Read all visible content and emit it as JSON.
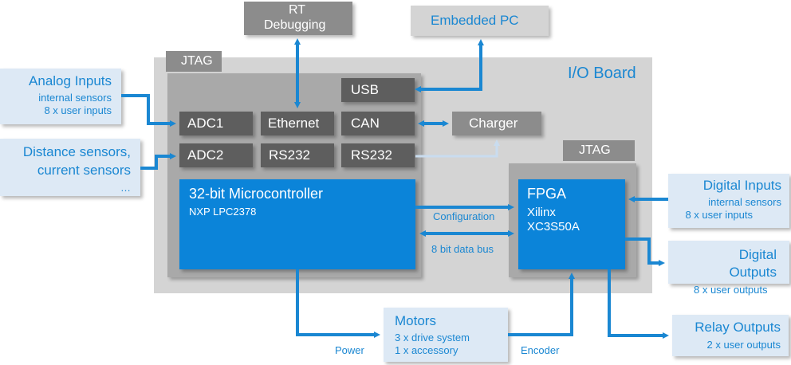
{
  "colors": {
    "accent_blue": "#0b84d9",
    "arrow_blue": "#1a87d2",
    "pale_blue": "#dde9f5",
    "dark_grey": "#5e5e5e",
    "panel_grey": "#d4d4d4"
  },
  "rt_debugging": {
    "line1": "RT",
    "line2": "Debugging"
  },
  "embedded_pc": "Embedded PC",
  "io_board": "I/O Board",
  "jtag_mc": "JTAG",
  "jtag_fpga": "JTAG",
  "ports": {
    "usb": "USB",
    "adc1": "ADC1",
    "ethernet": "Ethernet",
    "can": "CAN",
    "adc2": "ADC2",
    "rs232_a": "RS232",
    "rs232_b": "RS232"
  },
  "charger": "Charger",
  "analog_inputs": {
    "title": "Analog Inputs",
    "line1": "internal sensors",
    "line2": "8 x user inputs"
  },
  "distance_sensors": {
    "line1": "Distance sensors,",
    "line2": "current  sensors",
    "line3": "…"
  },
  "microcontroller": {
    "title": "32-bit Microcontroller",
    "model": "NXP LPC2378"
  },
  "fpga": {
    "title": "FPGA",
    "vendor": "Xilinx",
    "model": "XC3S50A"
  },
  "bus_labels": {
    "configuration": "Configuration",
    "data_bus": "8 bit  data  bus"
  },
  "digital_inputs": {
    "title": "Digital Inputs",
    "line1": "internal sensors",
    "line2": "8 x user inputs"
  },
  "digital_outputs": {
    "line1": "Digital",
    "line2": "Outputs",
    "sub": "8 x user  outputs"
  },
  "motors": {
    "title": "Motors",
    "line1": "3 x drive system",
    "line2": "1 x accessory"
  },
  "edge_labels": {
    "power": "Power",
    "encoder": "Encoder"
  },
  "relay_outputs": {
    "title": "Relay Outputs",
    "sub": "2 x user outputs"
  }
}
